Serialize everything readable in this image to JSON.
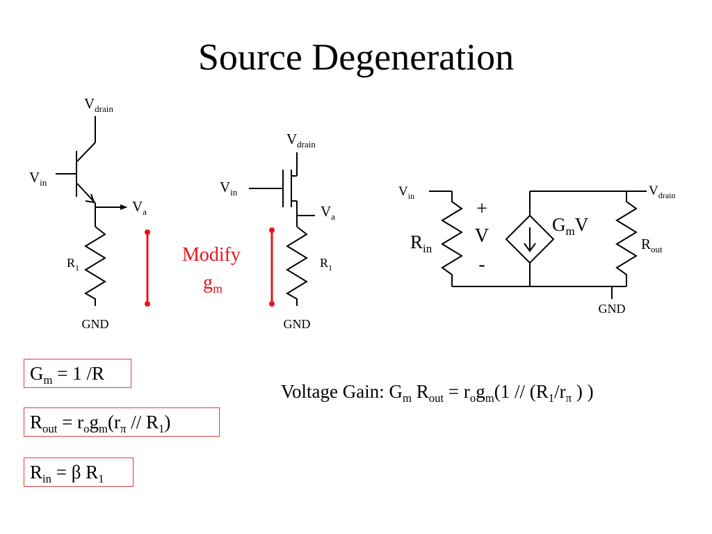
{
  "slide": {
    "title": "Source Degeneration"
  },
  "bjt_circuit": {
    "vdrain": {
      "main": "V",
      "sub": "drain"
    },
    "vin": {
      "main": "V",
      "sub": "in"
    },
    "va": {
      "main": "V",
      "sub": "a"
    },
    "r1": {
      "main": "R",
      "sub": "1"
    },
    "gnd": "GND"
  },
  "mos_circuit": {
    "vdrain": {
      "main": "V",
      "sub": "drain"
    },
    "vin": {
      "main": "V",
      "sub": "in"
    },
    "va": {
      "main": "V",
      "sub": "a"
    },
    "r1": {
      "main": "R",
      "sub": "1"
    },
    "gnd": "GND"
  },
  "modify_note": {
    "line1": "Modify",
    "gm_main": "g",
    "gm_sub": "m",
    "color": "#e8141c"
  },
  "small_signal": {
    "vin": {
      "main": "V",
      "sub": "in"
    },
    "vdrain": {
      "main": "V",
      "sub": "drain"
    },
    "rin": {
      "main": "R",
      "sub": "in"
    },
    "plus": "+",
    "v": "V",
    "minus": "-",
    "gmv": {
      "main": "G",
      "sub": "m",
      "tail": "V"
    },
    "rout": {
      "main": "R",
      "sub": "out"
    },
    "gnd": "GND"
  },
  "formulas": {
    "gm": {
      "a": "G",
      "a_sub": "m",
      "b": " = 1 /R"
    },
    "rout": {
      "a": "R",
      "a_sub": "out",
      "b": " = r",
      "b_sub": "o",
      "c": "g",
      "c_sub": "m",
      "d": "(r",
      "d_sub": "π",
      "e": " // R",
      "e_sub": "1",
      "f": ")"
    },
    "rin": {
      "a": "R",
      "a_sub": "in",
      "b": " = β R",
      "b_sub": "1"
    },
    "box_color": "#e53a3a"
  },
  "voltage_gain": {
    "t1": "Voltage Gain: G",
    "s1": "m",
    "t2": " R",
    "s2": "out",
    "t3": " = r",
    "s3": "o",
    "t4": "g",
    "s4": "m",
    "t5": "(1 // (R",
    "s5": "1",
    "t6": "/r",
    "s6": "π",
    "t7": " ) )"
  }
}
